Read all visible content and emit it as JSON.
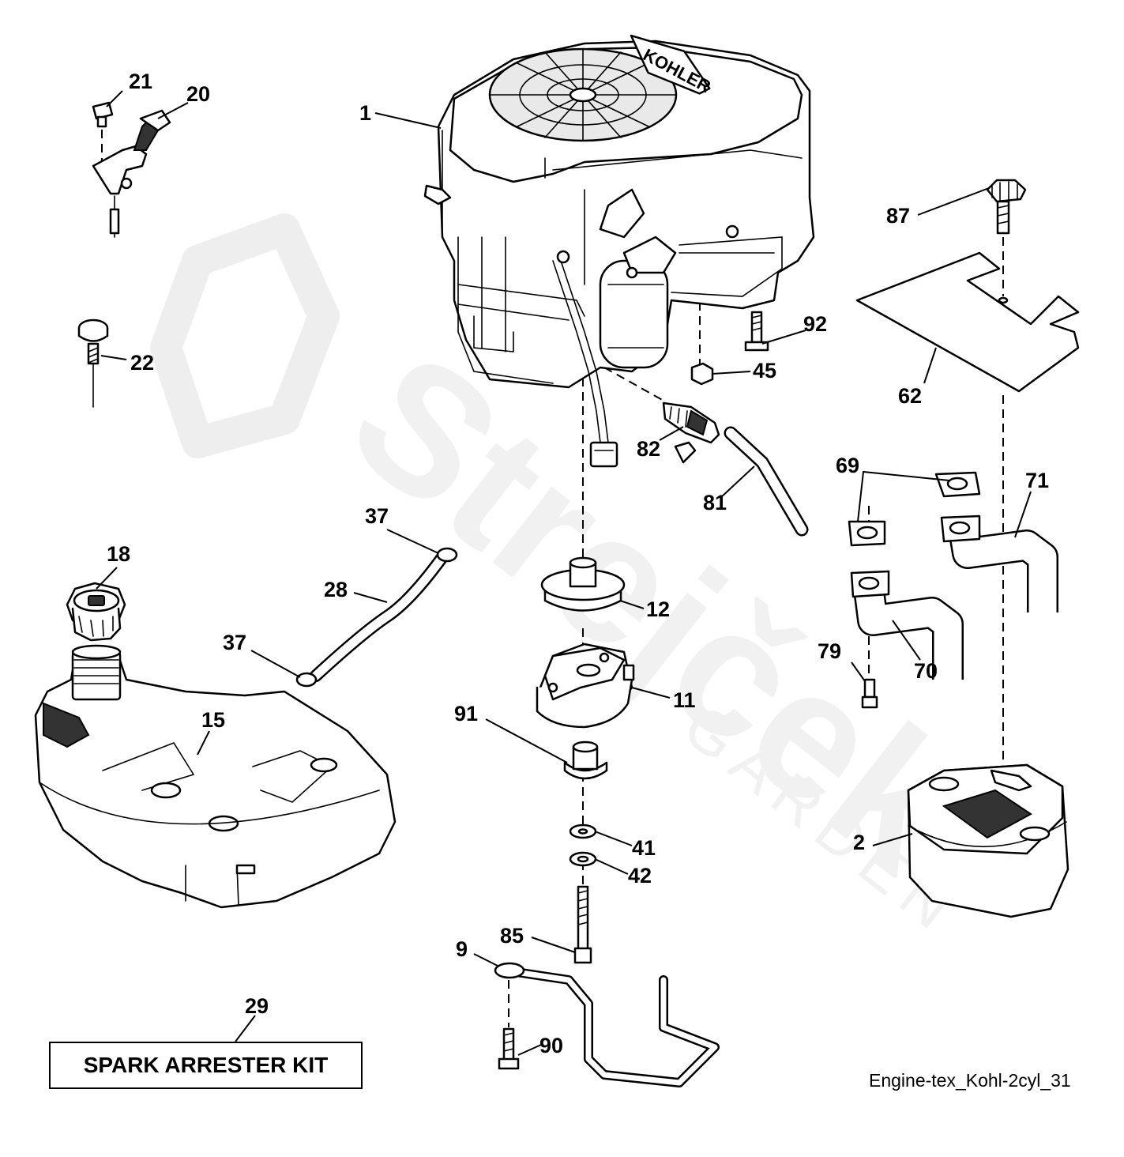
{
  "diagram": {
    "drawing_id": "Engine-tex_Kohl-2cyl_31",
    "kit_label": "SPARK ARRESTER KIT",
    "engine_brand_text": "KOHLER",
    "watermark": {
      "name": "Strejček",
      "sub": "GARDEN"
    },
    "callouts": {
      "c1": "1",
      "c2": "2",
      "c9": "9",
      "c11": "11",
      "c12": "12",
      "c15": "15",
      "c18": "18",
      "c20": "20",
      "c21": "21",
      "c22": "22",
      "c28": "28",
      "c29": "29",
      "c37a": "37",
      "c37b": "37",
      "c41": "41",
      "c42": "42",
      "c45": "45",
      "c62": "62",
      "c69": "69",
      "c70": "70",
      "c71": "71",
      "c79": "79",
      "c81": "81",
      "c82": "82",
      "c85": "85",
      "c87": "87",
      "c90": "90",
      "c91": "91",
      "c92": "92"
    }
  }
}
